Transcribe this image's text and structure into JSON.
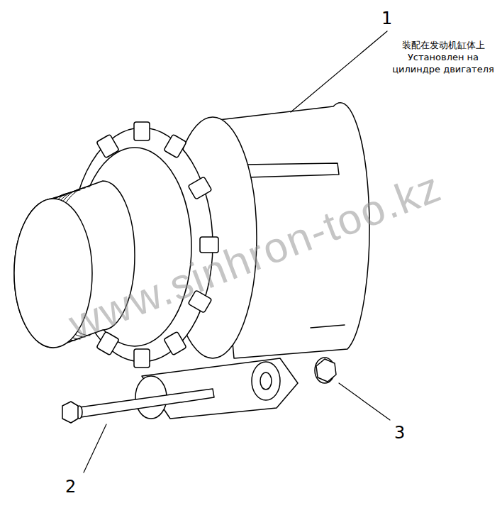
{
  "diagram": {
    "labels": [
      "1",
      "装配在发动机缸体上",
      "Установлен на цилиндре двигателя",
      "2",
      "3",
      "www.sinhron-too.kz"
    ]
  }
}
